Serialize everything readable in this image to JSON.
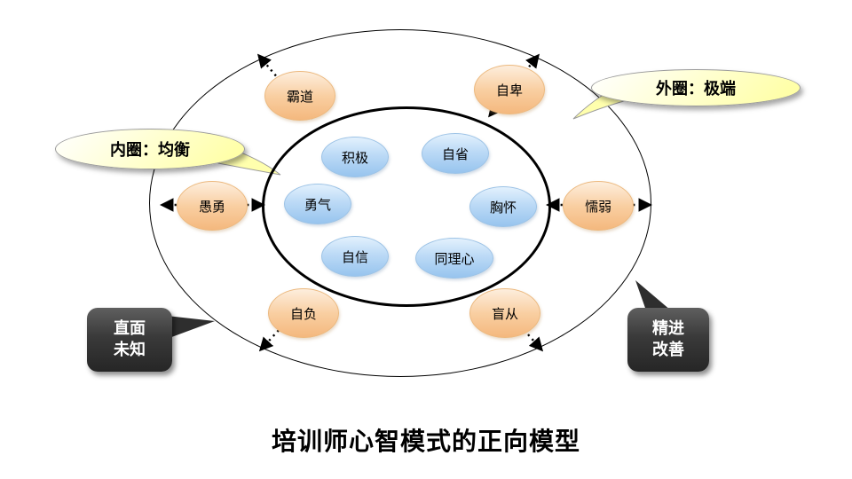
{
  "title": "培训师心智模式的正向模型",
  "inner_circle": {
    "items": [
      {
        "label": "积极"
      },
      {
        "label": "自省"
      },
      {
        "label": "勇气"
      },
      {
        "label": "胸怀"
      },
      {
        "label": "自信"
      },
      {
        "label": "同理心"
      }
    ]
  },
  "outer_ring": {
    "items": [
      {
        "label": "霸道"
      },
      {
        "label": "自卑"
      },
      {
        "label": "愚勇"
      },
      {
        "label": "懦弱"
      },
      {
        "label": "自负"
      },
      {
        "label": "盲从"
      }
    ]
  },
  "callouts": {
    "inner_label": "内圈：均衡",
    "outer_label": "外圈：极端",
    "bottom_left": {
      "line1": "直面",
      "line2": "未知"
    },
    "bottom_right": {
      "line1": "精进",
      "line2": "改善"
    }
  },
  "colors": {
    "inner_node_fill": "#aed1f2",
    "outer_node_fill": "#f8c999",
    "bubble_fill": "#ffffbb",
    "dark_callout_fill": "#333333",
    "line_stroke": "#000000"
  }
}
